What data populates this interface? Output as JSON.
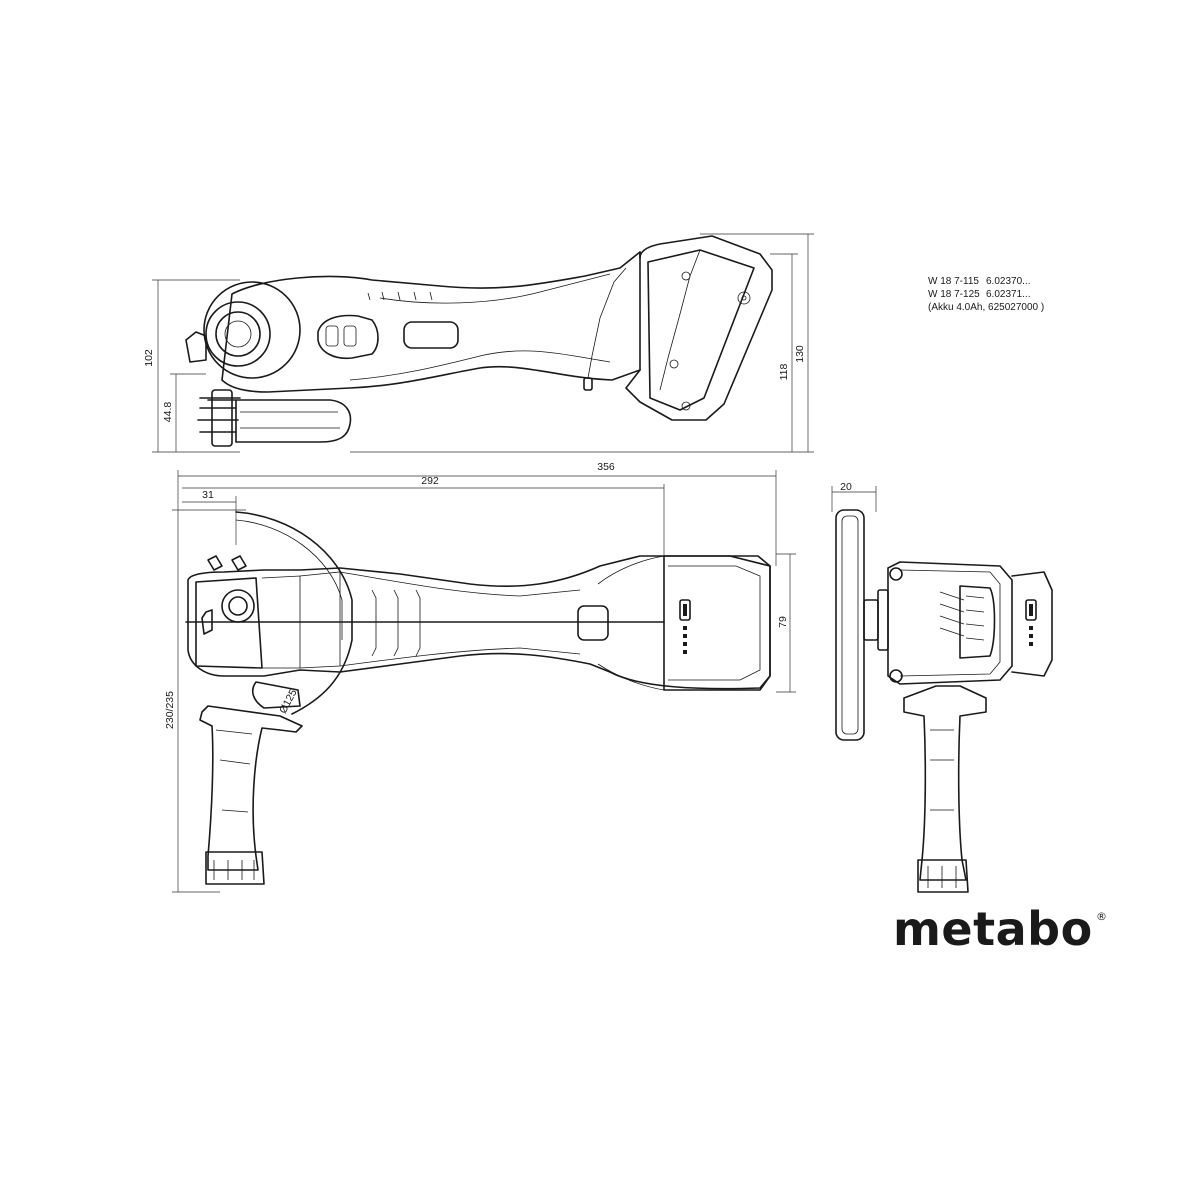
{
  "models": [
    {
      "name": "W 18 7-115",
      "code": "6.02370..."
    },
    {
      "name": "W 18 7-125",
      "code": "6.02371..."
    }
  ],
  "battery_note": "(Akku 4.0Ah, 625027000 )",
  "dimensions": {
    "side_height": "102",
    "side_guard_height": "44.8",
    "side_total_height": "130",
    "side_battery_height": "118",
    "top_front_offset": "31",
    "top_length_to_battery": "292",
    "top_total_length": "356",
    "top_width": "79",
    "top_handle_length": "230/235",
    "front_disc_width": "20"
  },
  "disc_marking": "Ø125",
  "brand": {
    "logo": "metabo",
    "reg": "®"
  }
}
